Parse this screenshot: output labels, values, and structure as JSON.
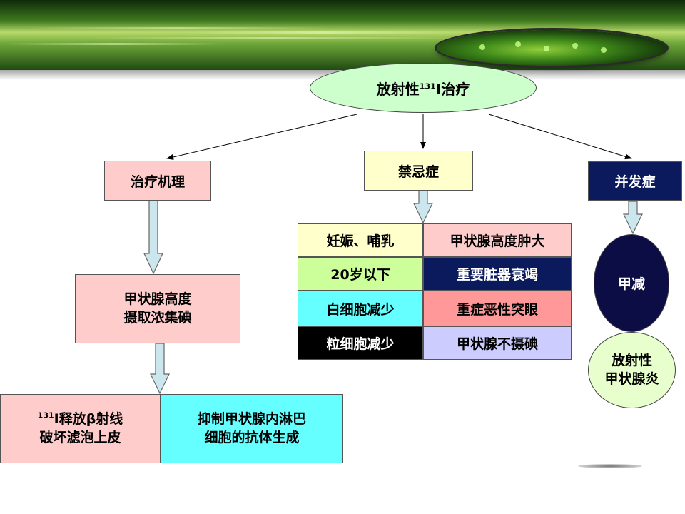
{
  "root": {
    "main": "放射性",
    "sup": "131",
    "tail": "I治疗"
  },
  "left": {
    "title": "治疗机理",
    "box2": "甲状腺高度\n摄取浓集碘",
    "box3_sup": "131",
    "box3_tail": "I释放β射线\n破坏滤泡上皮",
    "box4": "抑制甲状腺内淋巴\n细胞的抗体生成"
  },
  "middle": {
    "title": "禁忌症",
    "grid": [
      [
        "妊娠、哺乳",
        "甲状腺高度肿大"
      ],
      [
        "20岁以下",
        "重要脏器衰竭"
      ],
      [
        "白细胞减少",
        "重症恶性突眼"
      ],
      [
        "粒细胞减少",
        "甲状腺不摄碘"
      ]
    ]
  },
  "right": {
    "title": "并发症",
    "oval1": "甲减",
    "oval2": "放射性\n甲状腺炎"
  },
  "colors": {
    "root_fill": "#ccffcc",
    "pink": "#ffcccc",
    "yellow": "#ffffcc",
    "navy": "#0a1a5c",
    "dark_oval": "#0d0d45",
    "light_green": "#ccff99",
    "cyan": "#66ffff",
    "black": "#000000",
    "salmon": "#ff9999",
    "lavender": "#ccccff",
    "right_oval2": "#e6ffcc",
    "arrow_fill": "#cce6ee"
  }
}
